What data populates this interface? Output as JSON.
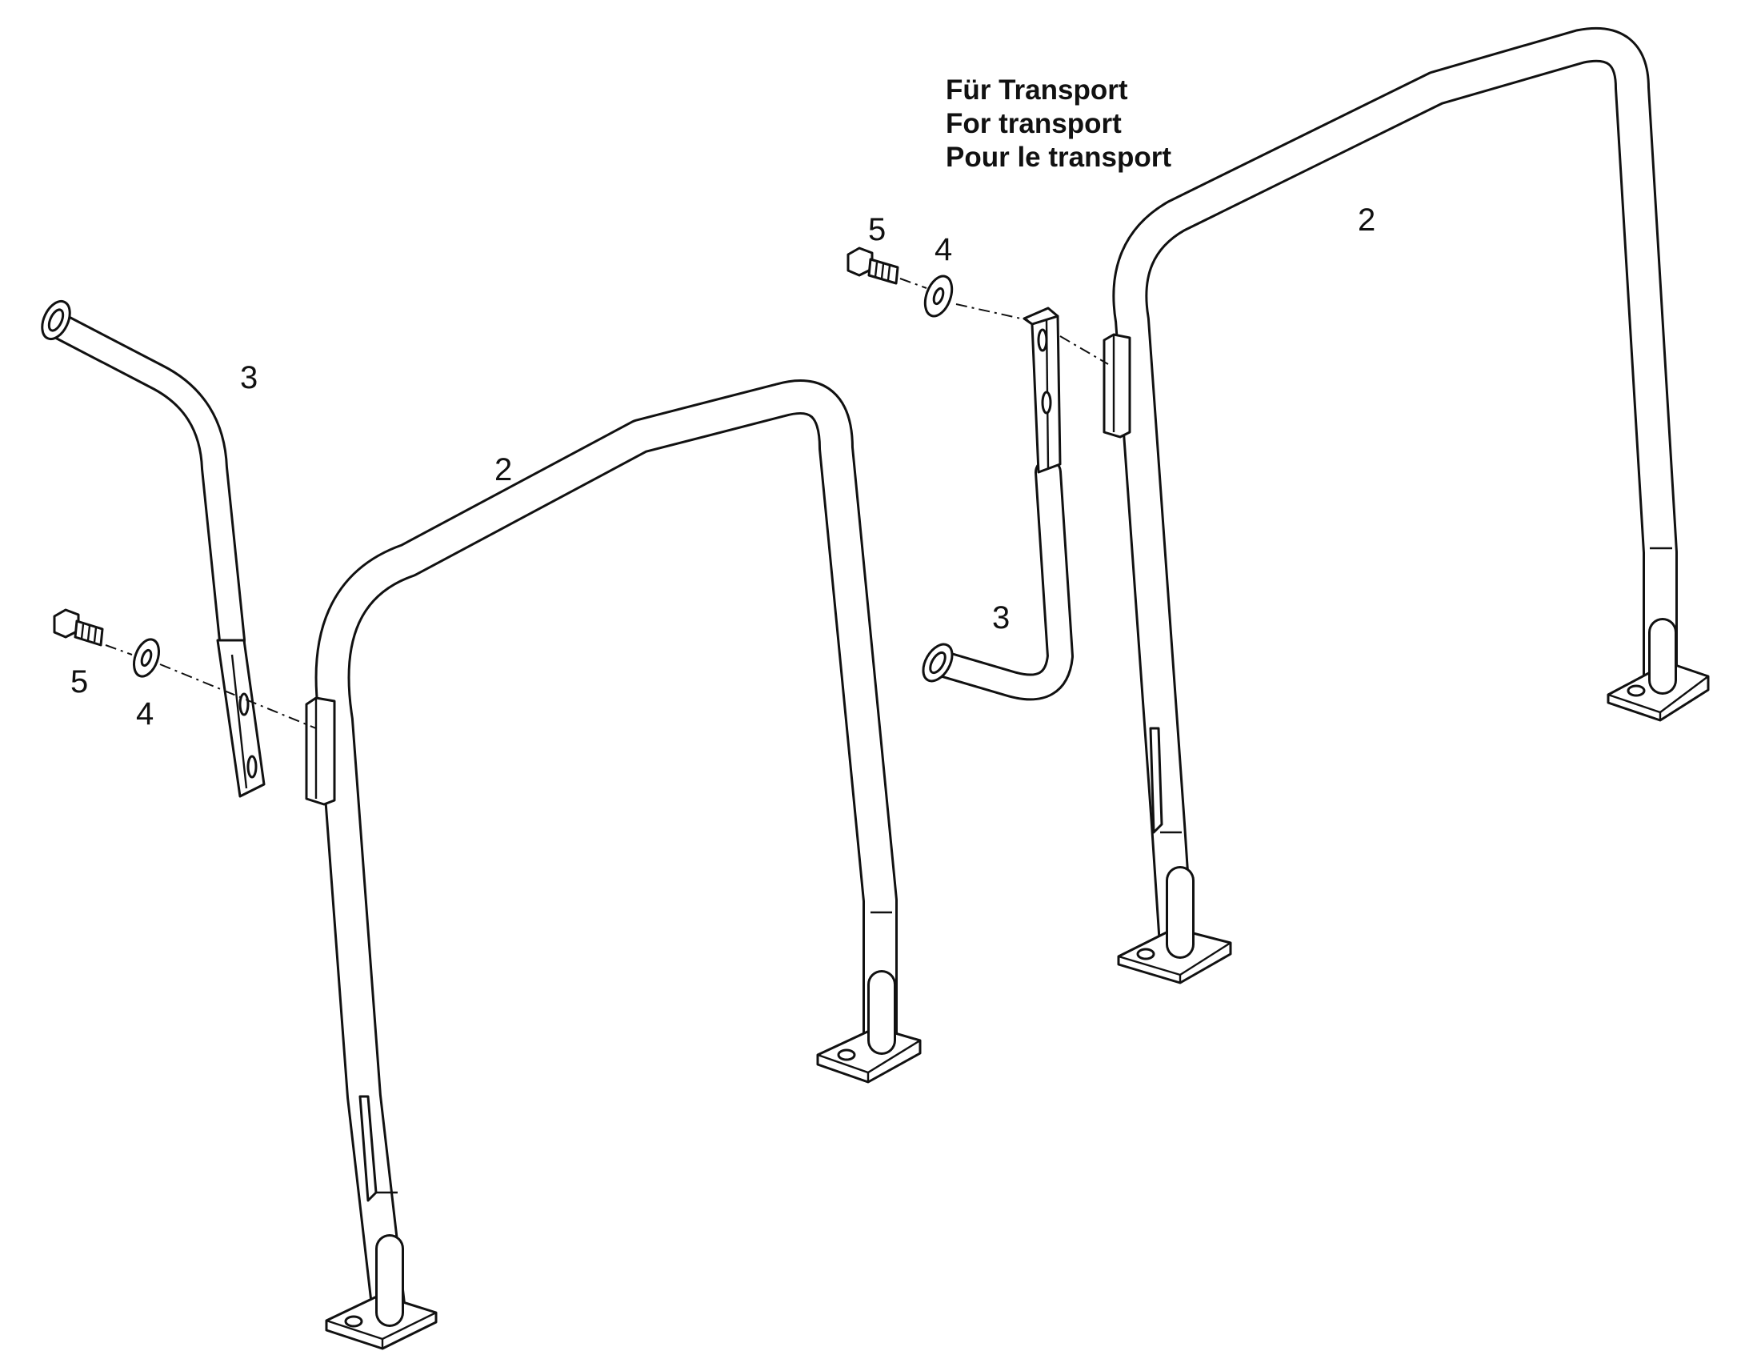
{
  "note": {
    "lines": [
      "Für Transport",
      "For transport",
      "Pour le transport"
    ]
  },
  "callouts": {
    "left_brace": "3",
    "left_frame": "2",
    "left_bolt": "5",
    "left_washer": "4",
    "right_brace": "3",
    "right_frame": "2",
    "right_bolt": "5",
    "right_washer": "4"
  }
}
